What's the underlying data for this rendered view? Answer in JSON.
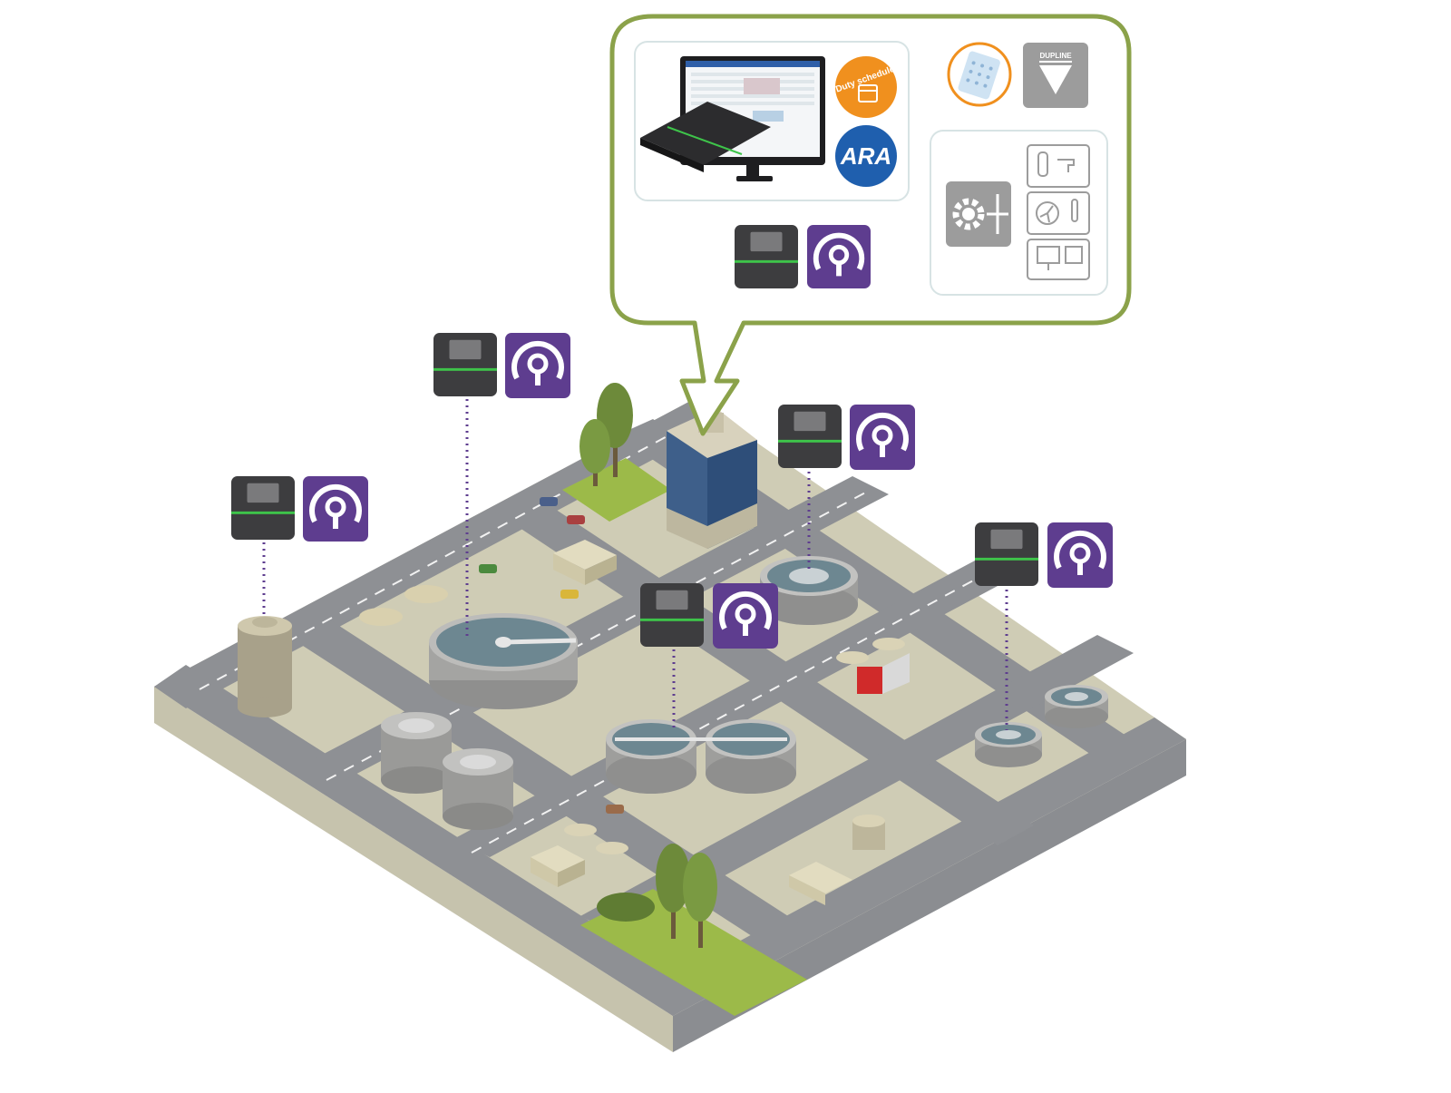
{
  "colors": {
    "callout_border": "#8ba24a",
    "gateway_body": "#3d3d3f",
    "gateway_led": "#3ec44a",
    "cloud_icon_bg": "#5e3d8f",
    "duty_orange": "#f0901e",
    "ara_blue": "#1f5fae",
    "dupline_gray": "#9c9c9c",
    "road": "#8e9094",
    "ground": "#cfccb5",
    "grass": "#9cba49",
    "tank_water": "#6d8791"
  },
  "callout": {
    "duty_schedule_label": "Duty schedule",
    "ara_label": "ARA",
    "dupline_label": "DUPLINE",
    "icons": [
      "tablet-app-icon",
      "gear-hub-icon",
      "pump-tap-icon",
      "fan-thermometer-icon",
      "monitor-panel-icon"
    ]
  },
  "gateways": [
    {
      "id": "gw-far-left"
    },
    {
      "id": "gw-clarifier"
    },
    {
      "id": "gw-tower-right"
    },
    {
      "id": "gw-center"
    },
    {
      "id": "gw-right"
    }
  ]
}
